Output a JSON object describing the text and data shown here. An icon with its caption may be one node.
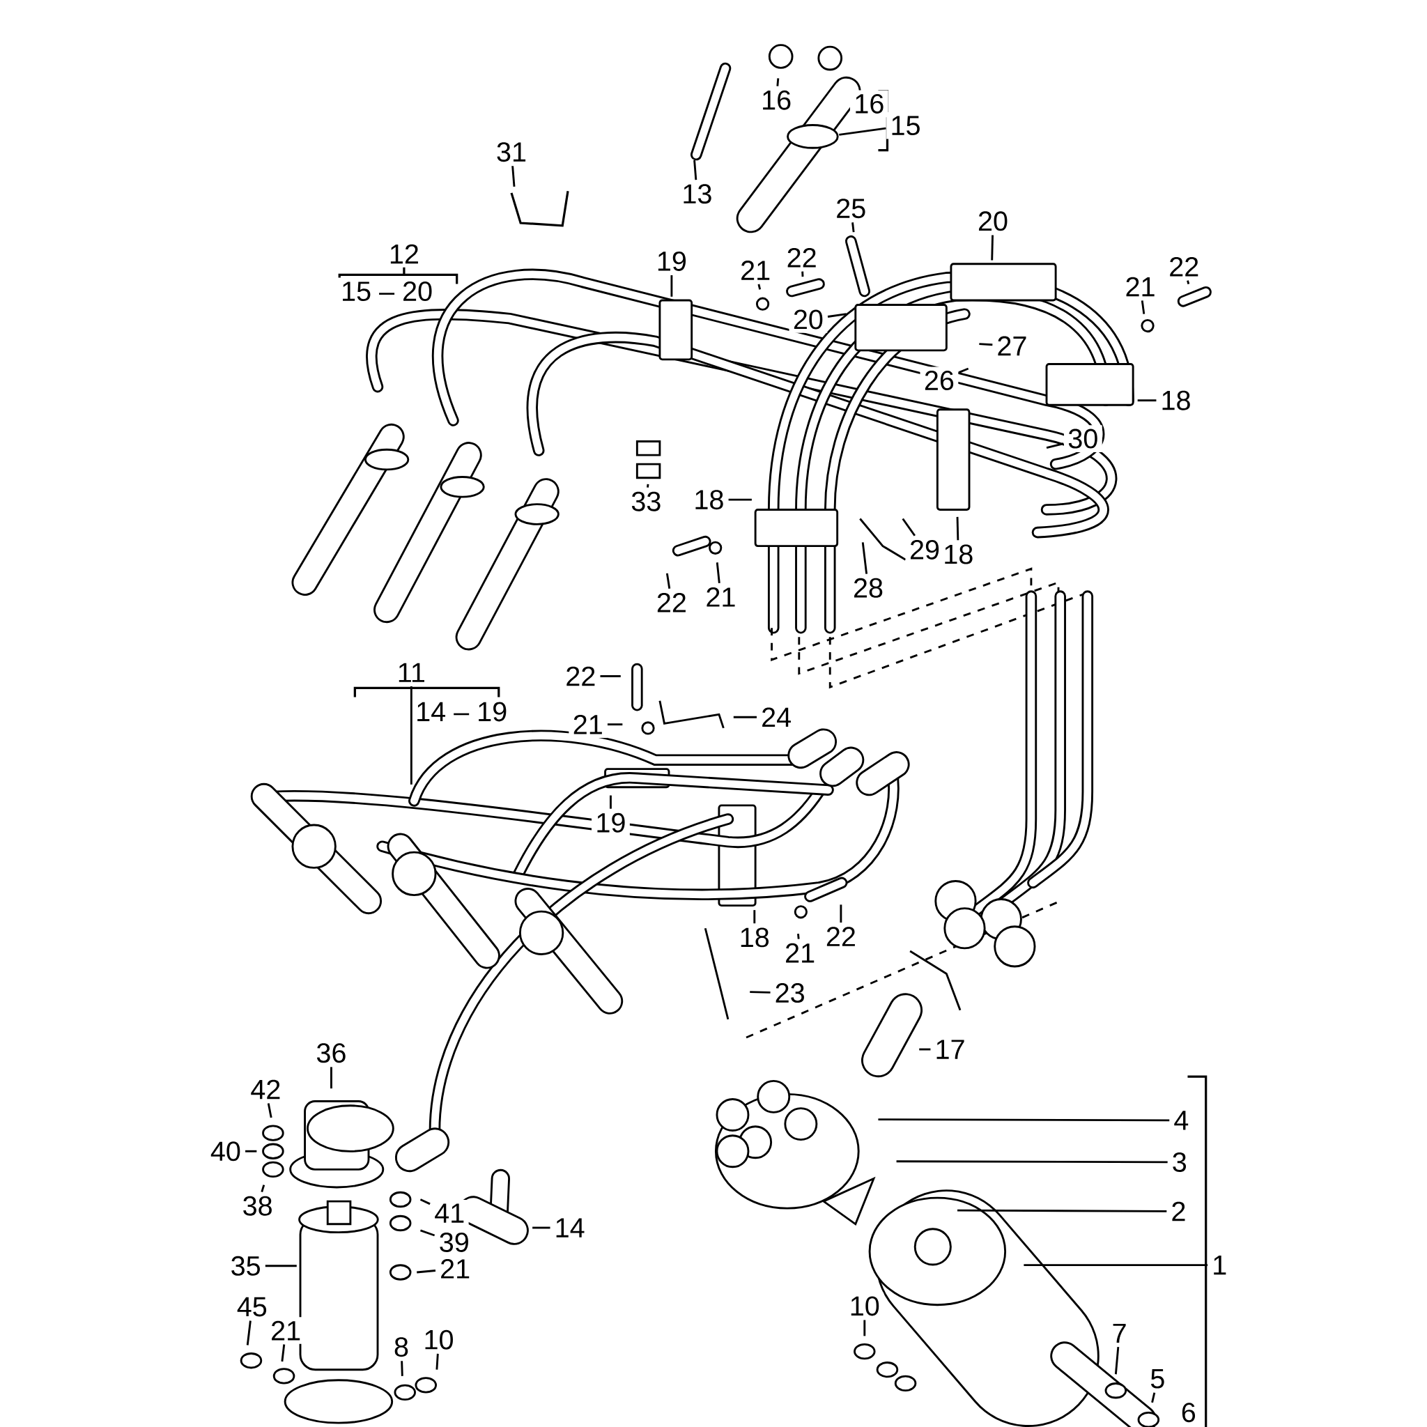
{
  "diagram": {
    "nodes": [
      {
        "text": [
          "16"
        ]
      },
      {
        "text": [
          "15"
        ]
      },
      {
        "text": [
          "13"
        ]
      },
      {
        "text": [
          "31"
        ]
      },
      {
        "text": [
          "12"
        ]
      },
      {
        "text": [
          "19"
        ]
      },
      {
        "text": [
          "21"
        ]
      },
      {
        "text": [
          "22"
        ]
      },
      {
        "text": [
          "25"
        ]
      },
      {
        "text": [
          "20"
        ]
      },
      {
        "text": [
          "20"
        ]
      },
      {
        "text": [
          "21"
        ]
      },
      {
        "text": [
          "22"
        ]
      },
      {
        "text": [
          "27"
        ]
      },
      {
        "text": [
          "26"
        ]
      },
      {
        "text": [
          "18"
        ]
      },
      {
        "text": [
          "30"
        ]
      },
      {
        "text": [
          "33"
        ]
      },
      {
        "text": [
          "18"
        ]
      },
      {
        "text": [
          "29"
        ]
      },
      {
        "text": [
          "18"
        ]
      },
      {
        "text": [
          "28"
        ]
      },
      {
        "text": [
          "22"
        ]
      },
      {
        "text": [
          "21"
        ]
      },
      {
        "text": [
          "11"
        ]
      },
      {
        "text": [
          "22"
        ]
      },
      {
        "text": [
          "21"
        ]
      },
      {
        "text": [
          "24"
        ]
      },
      {
        "text": [
          "19"
        ]
      },
      {
        "text": [
          "18"
        ]
      },
      {
        "text": [
          "21"
        ]
      },
      {
        "text": [
          "22"
        ]
      },
      {
        "text": [
          "23"
        ]
      },
      {
        "text": [
          "17"
        ]
      },
      {
        "text": [
          "4"
        ]
      },
      {
        "text": [
          "3"
        ]
      },
      {
        "text": [
          "2"
        ]
      },
      {
        "text": [
          "1"
        ]
      },
      {
        "text": [
          "36"
        ]
      },
      {
        "text": [
          "42"
        ]
      },
      {
        "text": [
          "40"
        ]
      },
      {
        "text": [
          "38"
        ]
      },
      {
        "text": [
          "41"
        ]
      },
      {
        "text": [
          "39"
        ]
      },
      {
        "text": [
          "21"
        ]
      },
      {
        "text": [
          "14"
        ]
      },
      {
        "text": [
          "35"
        ]
      },
      {
        "text": [
          "45"
        ]
      },
      {
        "text": [
          "21"
        ]
      },
      {
        "text": [
          "8"
        ]
      },
      {
        "text": [
          "10"
        ]
      },
      {
        "text": [
          "10"
        ]
      },
      {
        "text": [
          "7"
        ]
      },
      {
        "text": [
          "5"
        ]
      },
      {
        "text": [
          "16"
        ]
      },
      {
        "text": [
          "15 – 20"
        ]
      },
      {
        "text": [
          "14 – 19"
        ]
      },
      {
        "text": [
          "6"
        ]
      }
    ],
    "edges": [
      {
        "from": 0,
        "to": null,
        "arrow": "none"
      },
      {
        "from": 1,
        "to": null,
        "arrow": "none"
      },
      {
        "from": 2,
        "to": null,
        "arrow": "none"
      },
      {
        "from": 3,
        "to": null,
        "arrow": "none"
      },
      {
        "from": 5,
        "to": null,
        "arrow": "none"
      },
      {
        "from": 6,
        "to": null,
        "arrow": "none"
      },
      {
        "from": 7,
        "to": null,
        "arrow": "none"
      },
      {
        "from": 8,
        "to": null,
        "arrow": "none"
      },
      {
        "from": 9,
        "to": null,
        "arrow": "none"
      },
      {
        "from": 10,
        "to": null,
        "arrow": "none"
      },
      {
        "from": 11,
        "to": null,
        "arrow": "none"
      },
      {
        "from": 12,
        "to": null,
        "arrow": "none"
      },
      {
        "from": 13,
        "to": null,
        "arrow": "none"
      },
      {
        "from": 14,
        "to": null,
        "arrow": "none"
      },
      {
        "from": 15,
        "to": null,
        "arrow": "none"
      },
      {
        "from": 16,
        "to": null,
        "arrow": "none"
      },
      {
        "from": 17,
        "to": null,
        "arrow": "none"
      },
      {
        "from": 18,
        "to": null,
        "arrow": "none"
      },
      {
        "from": 19,
        "to": null,
        "arrow": "none"
      },
      {
        "from": 20,
        "to": null,
        "arrow": "none"
      },
      {
        "from": 21,
        "to": null,
        "arrow": "none"
      },
      {
        "from": 22,
        "to": null,
        "arrow": "none"
      },
      {
        "from": 23,
        "to": null,
        "arrow": "none"
      },
      {
        "from": 24,
        "to": null,
        "arrow": "none"
      },
      {
        "from": 25,
        "to": null,
        "arrow": "none"
      },
      {
        "from": 26,
        "to": null,
        "arrow": "none"
      },
      {
        "from": 27,
        "to": null,
        "arrow": "none"
      },
      {
        "from": 28,
        "to": null,
        "arrow": "none"
      },
      {
        "from": 29,
        "to": null,
        "arrow": "none"
      },
      {
        "from": 30,
        "to": null,
        "arrow": "none"
      },
      {
        "from": 31,
        "to": null,
        "arrow": "none"
      },
      {
        "from": 32,
        "to": null,
        "arrow": "none"
      },
      {
        "from": 33,
        "to": null,
        "arrow": "none"
      },
      {
        "from": 34,
        "to": null,
        "arrow": "none"
      },
      {
        "from": 35,
        "to": null,
        "arrow": "none"
      },
      {
        "from": 36,
        "to": null,
        "arrow": "none"
      },
      {
        "from": 37,
        "to": null,
        "arrow": "none"
      },
      {
        "from": 38,
        "to": null,
        "arrow": "none"
      },
      {
        "from": 39,
        "to": null,
        "arrow": "none"
      },
      {
        "from": 40,
        "to": null,
        "arrow": "none"
      },
      {
        "from": 41,
        "to": null,
        "arrow": "none"
      },
      {
        "from": 42,
        "to": null,
        "arrow": "none"
      },
      {
        "from": 43,
        "to": null,
        "arrow": "none"
      },
      {
        "from": 44,
        "to": null,
        "arrow": "none"
      },
      {
        "from": 45,
        "to": null,
        "arrow": "none"
      },
      {
        "from": 46,
        "to": null,
        "arrow": "none"
      },
      {
        "from": 47,
        "to": null,
        "arrow": "none"
      },
      {
        "from": 48,
        "to": null,
        "arrow": "none"
      },
      {
        "from": 49,
        "to": null,
        "arrow": "none"
      },
      {
        "from": 50,
        "to": null,
        "arrow": "none"
      },
      {
        "from": 51,
        "to": null,
        "arrow": "none"
      },
      {
        "from": 52,
        "to": null,
        "arrow": "none"
      },
      {
        "from": 53,
        "to": null,
        "arrow": "none"
      }
    ]
  }
}
